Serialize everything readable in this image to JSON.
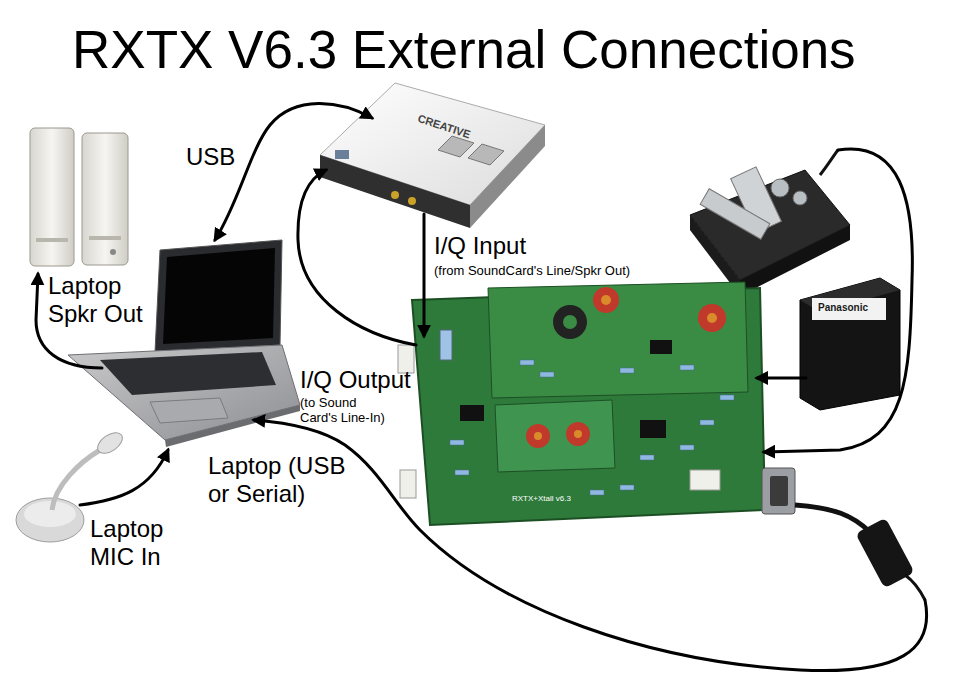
{
  "diagram": {
    "title": "RXTX V6.3 External Connections",
    "labels": [
      "USB",
      "CREATIVE",
      "I/Q Input",
      "(from SoundCard's Line/Spkr Out)",
      "Laptop Spkr Out",
      "I/Q Output",
      "(to Sound Card's Line-In)",
      "Panasonic",
      "Laptop (USB or Serial)",
      "RXTX+Xtall v6.3",
      "Laptop MIC In"
    ]
  }
}
